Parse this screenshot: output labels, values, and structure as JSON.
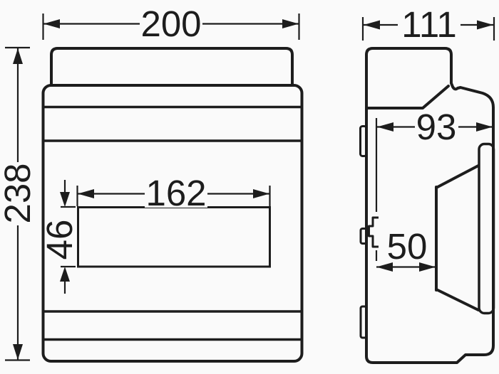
{
  "drawing_type": "technical-dimension-drawing",
  "colors": {
    "line": "#1d1d1d",
    "background": "#fafafa"
  },
  "front_view": {
    "name": "enclosure front view",
    "width_label": "200",
    "height_label": "238",
    "window_width_label": "162",
    "window_height_label": "46"
  },
  "side_view": {
    "name": "enclosure side view",
    "depth_label": "111",
    "body_depth_label": "93",
    "front_depth_label": "50"
  }
}
